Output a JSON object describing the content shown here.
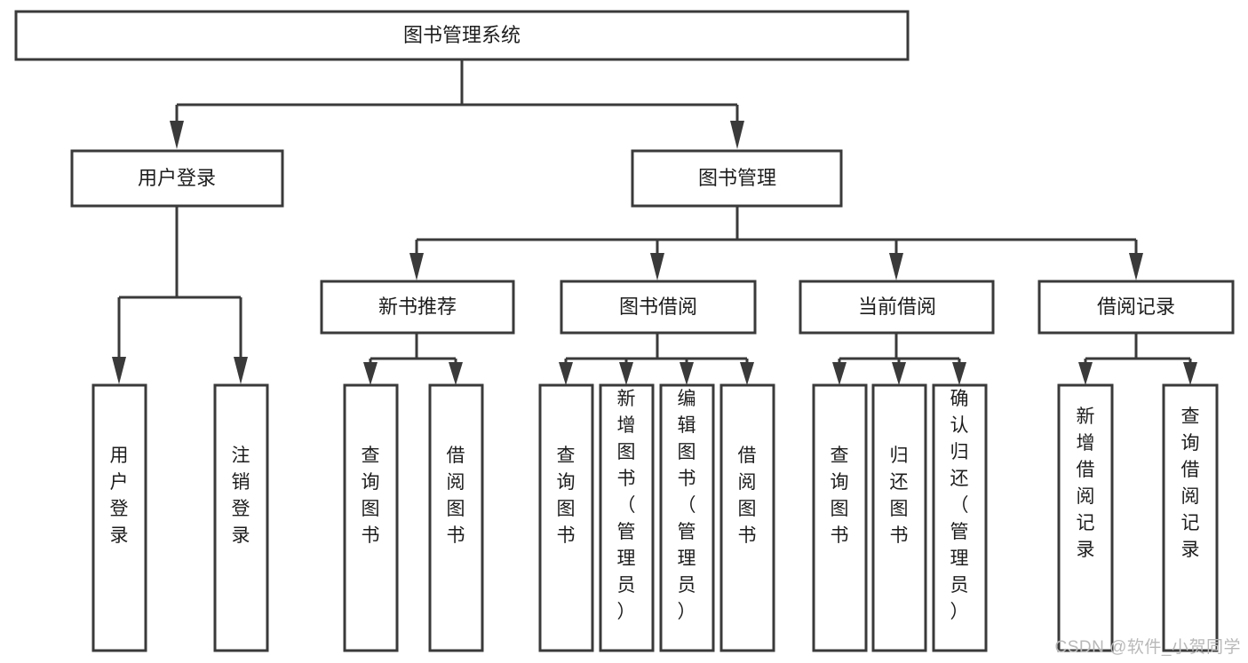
{
  "diagram": {
    "title": "图书管理系统",
    "type": "tree-hierarchy",
    "watermark": "CSDN @软件_小贺同学",
    "colors": {
      "stroke": "#3a3a3a",
      "fill": "#ffffff",
      "text": "#1d1d1d",
      "watermark": "#b9b9b9",
      "background": "#ffffff"
    },
    "levels": {
      "root": {
        "label": "图书管理系统"
      },
      "level2": [
        {
          "label": "用户登录"
        },
        {
          "label": "图书管理"
        }
      ],
      "level3": [
        {
          "label": "新书推荐"
        },
        {
          "label": "图书借阅"
        },
        {
          "label": "当前借阅"
        },
        {
          "label": "借阅记录"
        }
      ],
      "leaves": {
        "user_login": [
          {
            "label": "用户登录"
          },
          {
            "label": "注销登录"
          }
        ],
        "new_book_recommend": [
          {
            "label": "查询图书"
          },
          {
            "label": "借阅图书"
          }
        ],
        "book_borrow": [
          {
            "label": "查询图书"
          },
          {
            "label": "新增图书（管理员）"
          },
          {
            "label": "编辑图书（管理员）"
          },
          {
            "label": "借阅图书"
          }
        ],
        "current_borrow": [
          {
            "label": "查询图书"
          },
          {
            "label": "归还图书"
          },
          {
            "label": "确认归还（管理员）"
          }
        ],
        "borrow_record": [
          {
            "label": "新增借阅记录"
          },
          {
            "label": "查询借阅记录"
          }
        ]
      }
    }
  }
}
